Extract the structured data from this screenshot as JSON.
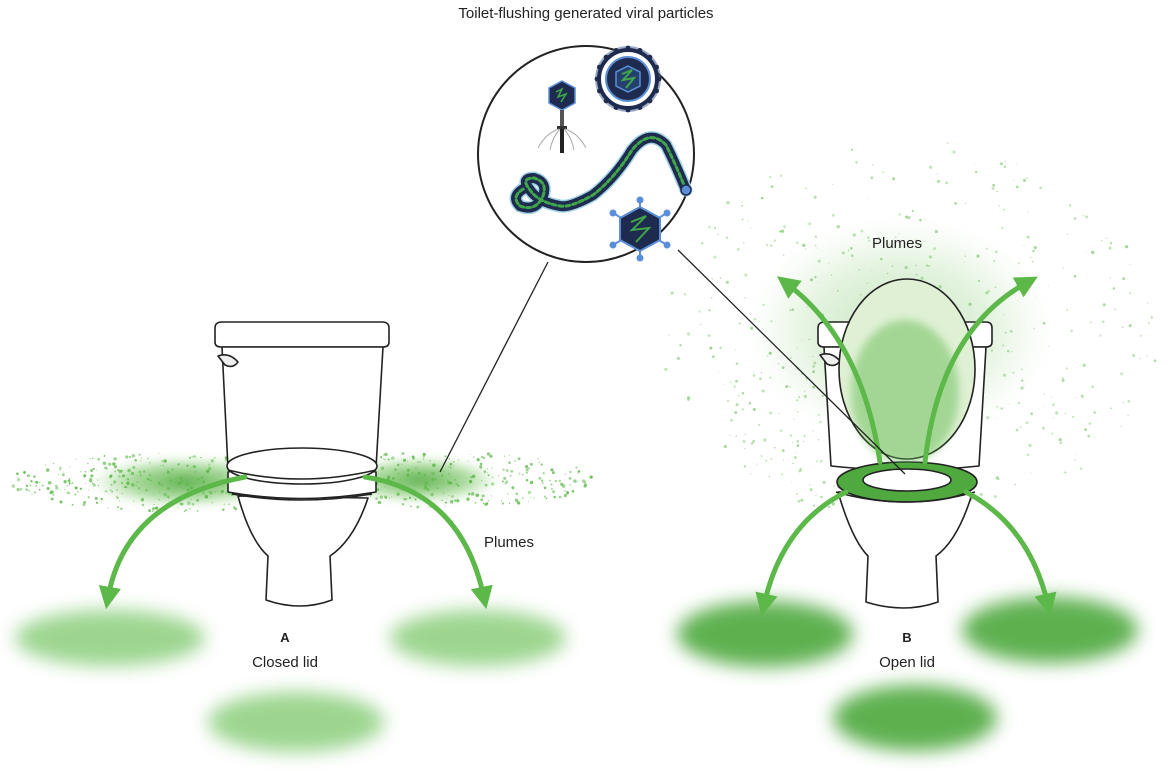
{
  "title": "Toilet-flushing generated viral particles",
  "panel_a": {
    "letter": "A",
    "caption": "Closed lid",
    "plumes_label": "Plumes"
  },
  "panel_b": {
    "letter": "B",
    "caption": "Open lid",
    "plumes_label": "Plumes"
  },
  "colors": {
    "plume_green": "#5cb848",
    "puddle_green": "#7cc86a",
    "outline": "#222222",
    "virus_dark": "#1f2b4e",
    "virus_green": "#3fa64a",
    "virus_blue": "#5a8fd8"
  },
  "icons": [
    "bacteriophage-icon",
    "coronavirus-icon",
    "filovirus-icon",
    "icosahedral-virus-icon",
    "toilet-closed-lid-icon",
    "toilet-open-lid-icon",
    "arrow-icon"
  ]
}
